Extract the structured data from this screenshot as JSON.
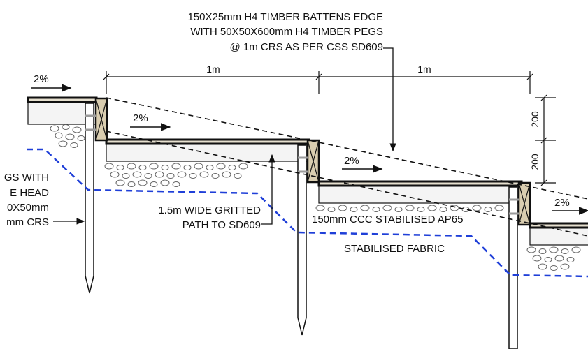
{
  "colors": {
    "line": "#111111",
    "fabric": "#1f3fd8",
    "batten_fill": "#d9cdb0",
    "path_fill": "#e6e0cf",
    "base_fill": "#f2f2f2",
    "gravel_stroke": "#666666",
    "grey_line": "#9a9a9a"
  },
  "labels": {
    "battens_line1": "150X25mm H4 TIMBER BATTENS EDGE",
    "battens_line2": "WITH 50X50X600mm H4 TIMBER PEGS",
    "battens_line3": "@ 1m CRS AS PER CSS SD609",
    "pegs_line1": "GS WITH",
    "pegs_line2": "E HEAD",
    "pegs_line3": "0X50mm",
    "pegs_line4": "mm CRS",
    "path_line1": "1.5m WIDE GRITTED",
    "path_line2": "PATH TO SD609",
    "ap65": "150mm CCC STABILISED AP65",
    "fabric": "STABILISED FABRIC"
  },
  "dimensions": {
    "spacing_1": "1m",
    "spacing_2": "1m",
    "rise_1": "200",
    "rise_2": "200"
  },
  "slopes": {
    "s1": "2%",
    "s2": "2%",
    "s3": "2%",
    "s4": "2%"
  }
}
